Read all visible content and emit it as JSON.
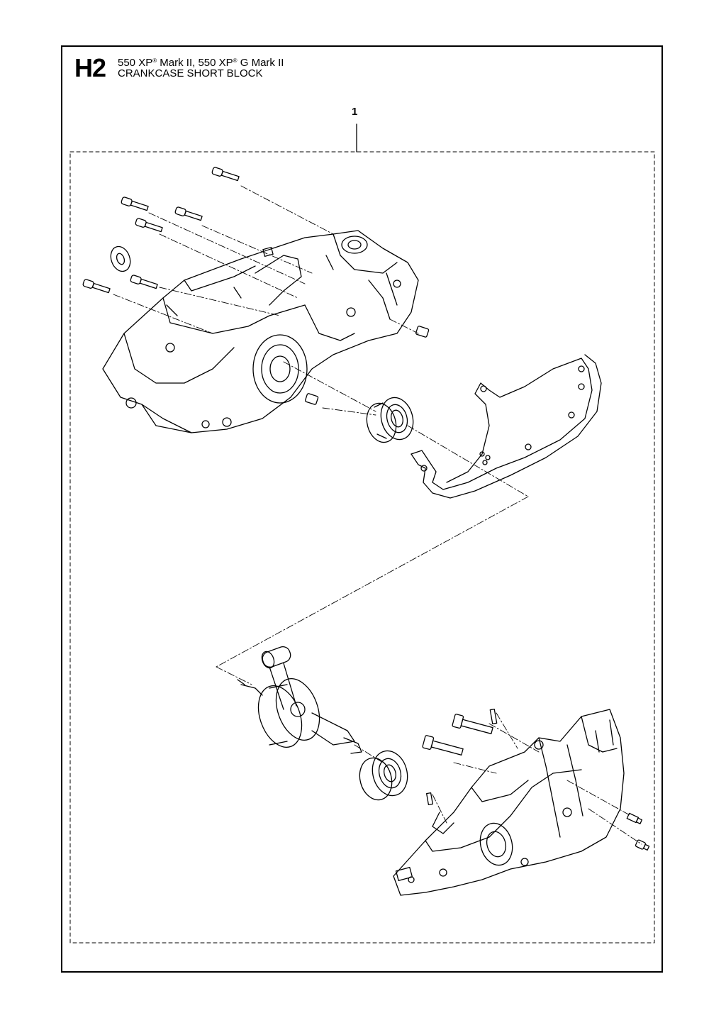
{
  "header": {
    "section_code": "H2",
    "model_part1": "550 XP",
    "model_part2": " Mark II, 550 XP",
    "model_part3": " G Mark II",
    "registered_mark": "®",
    "title": "CRANKCASE SHORT BLOCK"
  },
  "callouts": [
    {
      "label": "1"
    }
  ]
}
